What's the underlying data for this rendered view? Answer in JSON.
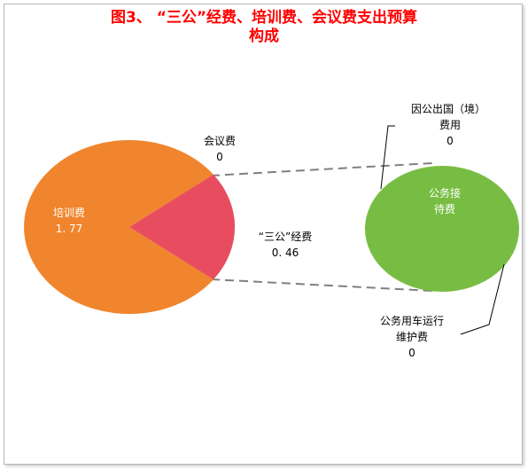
{
  "title_line1": "图3、  “三公”经费、培训费、会议费支出预算",
  "title_line2": "构成",
  "chart_data": {
    "type": "bar-of-pie",
    "title": "图3、  “三公”经费、培训费、会议费支出预算构成",
    "pie": [
      {
        "name": "培训费",
        "value": 1.77,
        "label_value": "1. 77",
        "color": "#f0852d"
      },
      {
        "name": "会议费",
        "value": 0,
        "label_value": "0",
        "color": "#e84d5f"
      },
      {
        "name": "“三公”经费",
        "value": 0.46,
        "label_value": "0. 46",
        "color": "#e84d5f"
      }
    ],
    "breakdown_of": "“三公”经费",
    "secondary": [
      {
        "name": "公务接待费",
        "value": 0.46,
        "color": "#78bd43"
      },
      {
        "name": "因公出国（境）费用",
        "value": 0,
        "label_value": "0"
      },
      {
        "name": "公务用车运行维护费",
        "value": 0,
        "label_value": "0"
      }
    ],
    "connector_color": "#808080"
  },
  "labels": {
    "training_name": "培训费",
    "training_value": "1. 77",
    "meeting_name": "会议费",
    "meeting_value": "0",
    "sangong_name": "“三公”经费",
    "sangong_value": "0. 46",
    "reception_line1": "公务接",
    "reception_line2": "待费",
    "abroad_line1": "因公出国（境）",
    "abroad_line2": "费用",
    "abroad_value": "0",
    "vehicle_line1": "公务用车运行",
    "vehicle_line2": "维护费",
    "vehicle_value": "0"
  }
}
